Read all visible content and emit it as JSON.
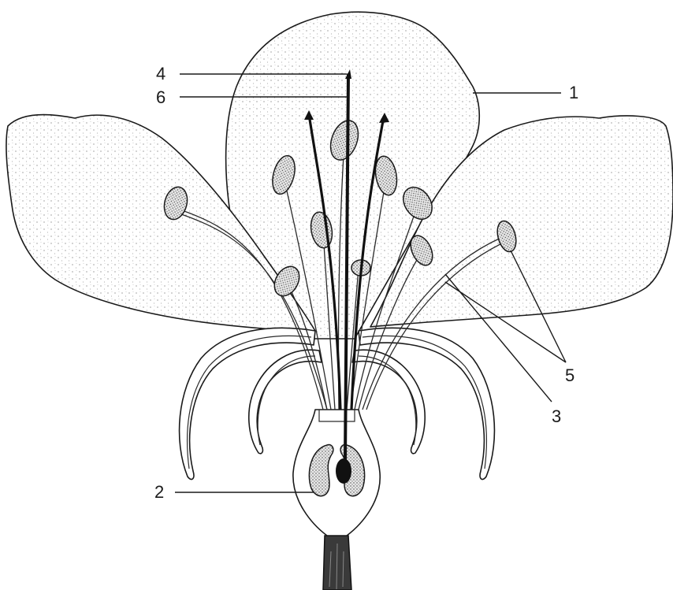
{
  "labels": {
    "l1": "1",
    "l2": "2",
    "l3": "3",
    "l4": "4",
    "l5": "5",
    "l6": "6"
  },
  "colors": {
    "ink": "#1a1a1a",
    "paper": "#ffffff"
  }
}
